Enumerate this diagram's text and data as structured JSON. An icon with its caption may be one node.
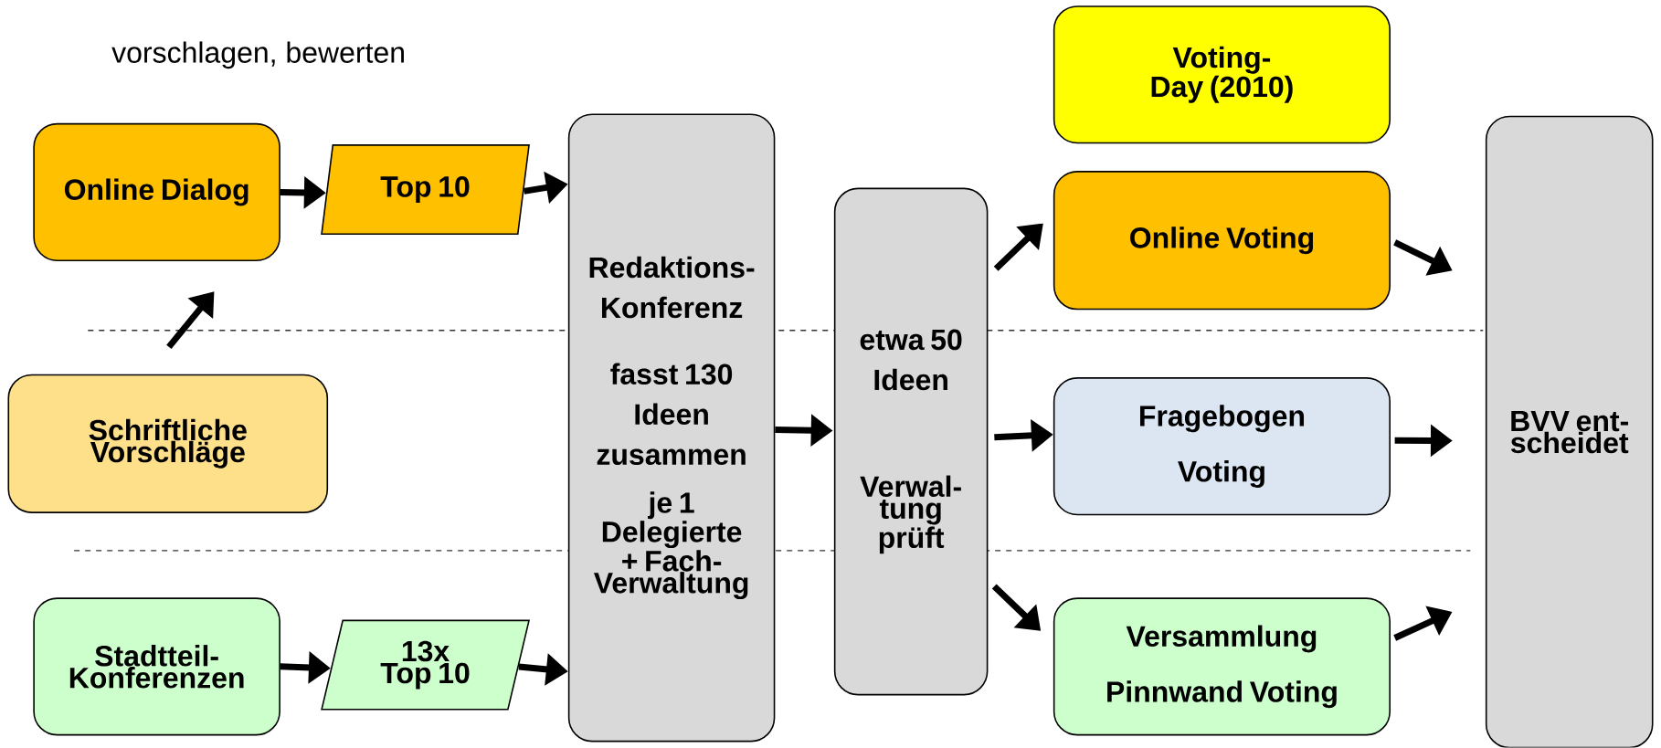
{
  "diagram": {
    "nodes": [
      {
        "text": [
          "Online Dialog"
        ]
      },
      {
        "text": [
          "Top 10"
        ]
      },
      {
        "text": [
          "Redaktions- Konferenz",
          "fasst 130 Ideen zusammen",
          "je 1 Delegierte + Fach- Verwaltung"
        ]
      },
      {
        "text": [
          "etwa 50 Ideen",
          "Verwal- tung prüft"
        ]
      },
      {
        "text": [
          "Voting- Day (2010)"
        ]
      },
      {
        "text": [
          "Online Voting"
        ]
      },
      {
        "text": [
          "BVV ent- scheidet"
        ]
      },
      {
        "text": [
          "Schriftliche Vorschläge"
        ]
      },
      {
        "text": [
          "Fragebogen",
          "Voting"
        ]
      },
      {
        "text": [
          "Stadtteil- Konferenzen"
        ]
      },
      {
        "text": [
          "13x Top 10"
        ]
      },
      {
        "text": [
          "Versammlung",
          "Pinnwand Voting"
        ]
      }
    ],
    "edges": [
      {
        "from": 0,
        "to": 1,
        "arrow": "to"
      },
      {
        "from": 1,
        "to": 2,
        "arrow": "to"
      },
      {
        "from": 7,
        "to": 0,
        "arrow": "to"
      },
      {
        "from": 9,
        "to": 10,
        "arrow": "to"
      },
      {
        "from": 10,
        "to": 2,
        "arrow": "to"
      },
      {
        "from": 2,
        "to": 3,
        "arrow": "to"
      },
      {
        "from": 3,
        "to": 5,
        "arrow": "to"
      },
      {
        "from": 3,
        "to": 8,
        "arrow": "to"
      },
      {
        "from": 3,
        "to": 11,
        "arrow": "to"
      },
      {
        "from": 5,
        "to": 6,
        "arrow": "to"
      },
      {
        "from": 8,
        "to": 6,
        "arrow": "to"
      },
      {
        "from": 11,
        "to": 6,
        "arrow": "to"
      }
    ],
    "labels": [
      "vorschlagen, bewerten"
    ]
  }
}
